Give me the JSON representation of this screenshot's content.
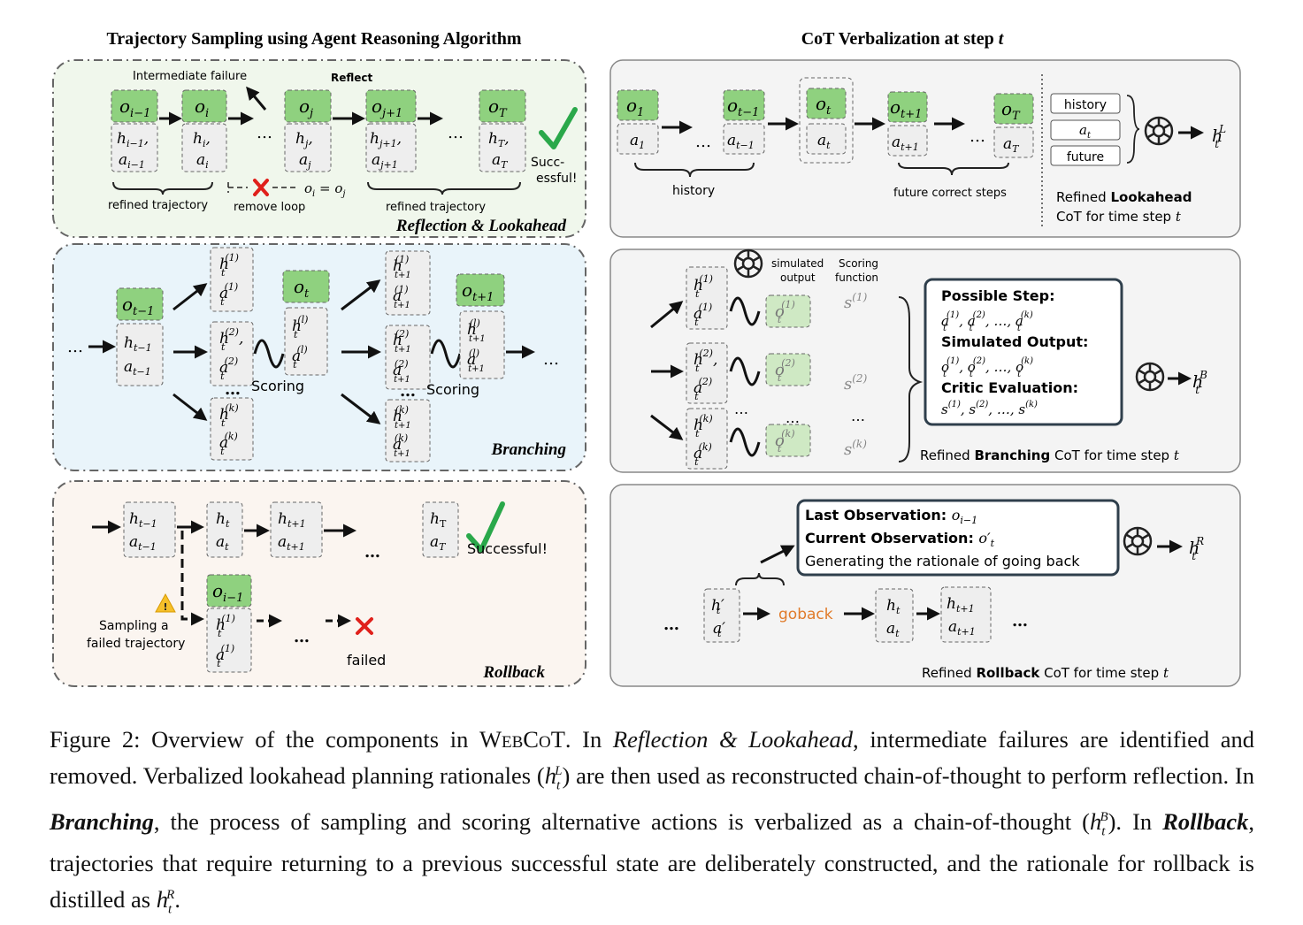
{
  "titles": {
    "left": "Trajectory Sampling using Agent Reasoning Algorithm",
    "right": "CoT Verbalization at step "
  },
  "reflection": {
    "label": "Reflection & Lookahead",
    "intermediate_failure": "Intermediate failure",
    "reflect": "Reflect",
    "succ1": "Succ-",
    "succ2": "essful!",
    "refined_trajectory": "refined trajectory",
    "remove_loop": "remove loop",
    "loop_eq": "o",
    "obs": [
      "o",
      "o",
      "o",
      "o",
      "o"
    ],
    "obs_sub": [
      "i−1",
      "i",
      "j",
      "j+1",
      "T"
    ],
    "hist": [
      "h",
      "h",
      "h",
      "h",
      "h"
    ],
    "hist_sub": [
      "i−1",
      "i",
      "j",
      "j+1",
      "T"
    ],
    "act_sub": [
      "i−1",
      "i",
      "j",
      "j+1",
      "T"
    ],
    "ellipsis": "…"
  },
  "branching": {
    "label": "Branching",
    "scoring": "Scoring",
    "ellipsis": "…"
  },
  "rollback": {
    "label": "Rollback",
    "sampling_failed": [
      "Sampling a",
      "failed trajectory"
    ],
    "successful": "Successful!",
    "failed": "failed",
    "ellipsis": "…"
  },
  "cot_lookahead": {
    "history_box": "history",
    "at_box": "a",
    "future_box": "future",
    "history_label": "history",
    "future_label": "future correct steps",
    "refined1_prefix": "Refined ",
    "refined1_bold": "Lookahead",
    "refined2": "CoT for time step "
  },
  "cot_branching": {
    "simulated_output": [
      "simulated",
      "output"
    ],
    "scoring_function": [
      "Scoring",
      "function"
    ],
    "possible_step": "Possible Step:",
    "simulated_output_title": "Simulated Output:",
    "critic_evaluation": "Critic Evaluation:",
    "refined_prefix": "Refined ",
    "refined_bold": "Branching",
    "refined_suffix": " CoT for time step "
  },
  "cot_rollback": {
    "last_obs": "Last Observation: ",
    "current_obs": "Current Observation: ",
    "generating": "Generating the rationale of going back",
    "goback": "goback",
    "refined_prefix": "Refined ",
    "refined_bold": "Rollback",
    "refined_suffix": " CoT for time step "
  },
  "caption": {
    "fig": "Figure 2: Overview of the components in ",
    "name": "WebCoT",
    "t1": ". In ",
    "rl": "Reflection & Lookahead",
    "t2": ", intermediate failures are identified and removed. Verbalized lookahead planning rationales (",
    "t3": ") are then used as reconstructed chain-of-thought to perform reflection. In ",
    "br": "Branching",
    "t4": ", the process of sampling and scoring alternative actions is verbalized as a chain-of-thought (",
    "t5": "). In ",
    "rb": "Rollback",
    "t6": ", trajectories that require returning to a previous successful state are deliberately constructed, and the rationale for rollback is distilled as "
  },
  "colors": {
    "green": "#8fd17f",
    "reflection_bg": "#f0f7ec",
    "branching_bg": "#e9f4fa",
    "rollback_bg": "#fbf5f0",
    "panel_bg": "#f4f4f4",
    "check": "#2aa84a",
    "cross": "#e0201b",
    "goback": "#e07b2a"
  }
}
